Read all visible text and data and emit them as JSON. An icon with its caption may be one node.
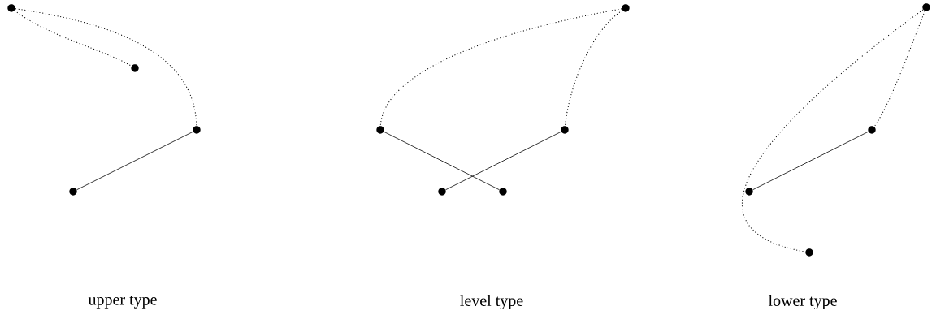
{
  "diagram": {
    "nodes": [
      {
        "text": [],
        "shape": "circle"
      },
      {
        "text": [],
        "shape": "circle"
      },
      {
        "text": [],
        "shape": "circle"
      },
      {
        "text": [],
        "shape": "circle"
      },
      {
        "text": [],
        "shape": "circle"
      },
      {
        "text": [],
        "shape": "circle"
      },
      {
        "text": [],
        "shape": "circle"
      },
      {
        "text": [],
        "shape": "circle"
      },
      {
        "text": [],
        "shape": "circle"
      },
      {
        "text": [],
        "shape": "circle"
      },
      {
        "text": [],
        "shape": "circle"
      },
      {
        "text": [],
        "shape": "circle"
      },
      {
        "text": [],
        "shape": "circle"
      }
    ],
    "edges": [
      {
        "from": 0,
        "to": 1,
        "arrow": "none",
        "style": "dashed"
      },
      {
        "from": 0,
        "to": 2,
        "arrow": "none",
        "style": "dashed"
      },
      {
        "from": 3,
        "to": 2,
        "arrow": "none"
      },
      {
        "from": 4,
        "to": 5,
        "arrow": "none",
        "style": "dashed"
      },
      {
        "from": 4,
        "to": 6,
        "arrow": "none",
        "style": "dashed"
      },
      {
        "from": 5,
        "to": 8,
        "arrow": "none"
      },
      {
        "from": 6,
        "to": 7,
        "arrow": "none"
      },
      {
        "from": 9,
        "to": 10,
        "arrow": "none",
        "style": "dashed"
      },
      {
        "from": 9,
        "to": 12,
        "arrow": "none",
        "style": "dashed"
      },
      {
        "from": 11,
        "to": 10,
        "arrow": "none"
      }
    ],
    "labels": [
      "upper type",
      "level type",
      "lower type"
    ]
  }
}
